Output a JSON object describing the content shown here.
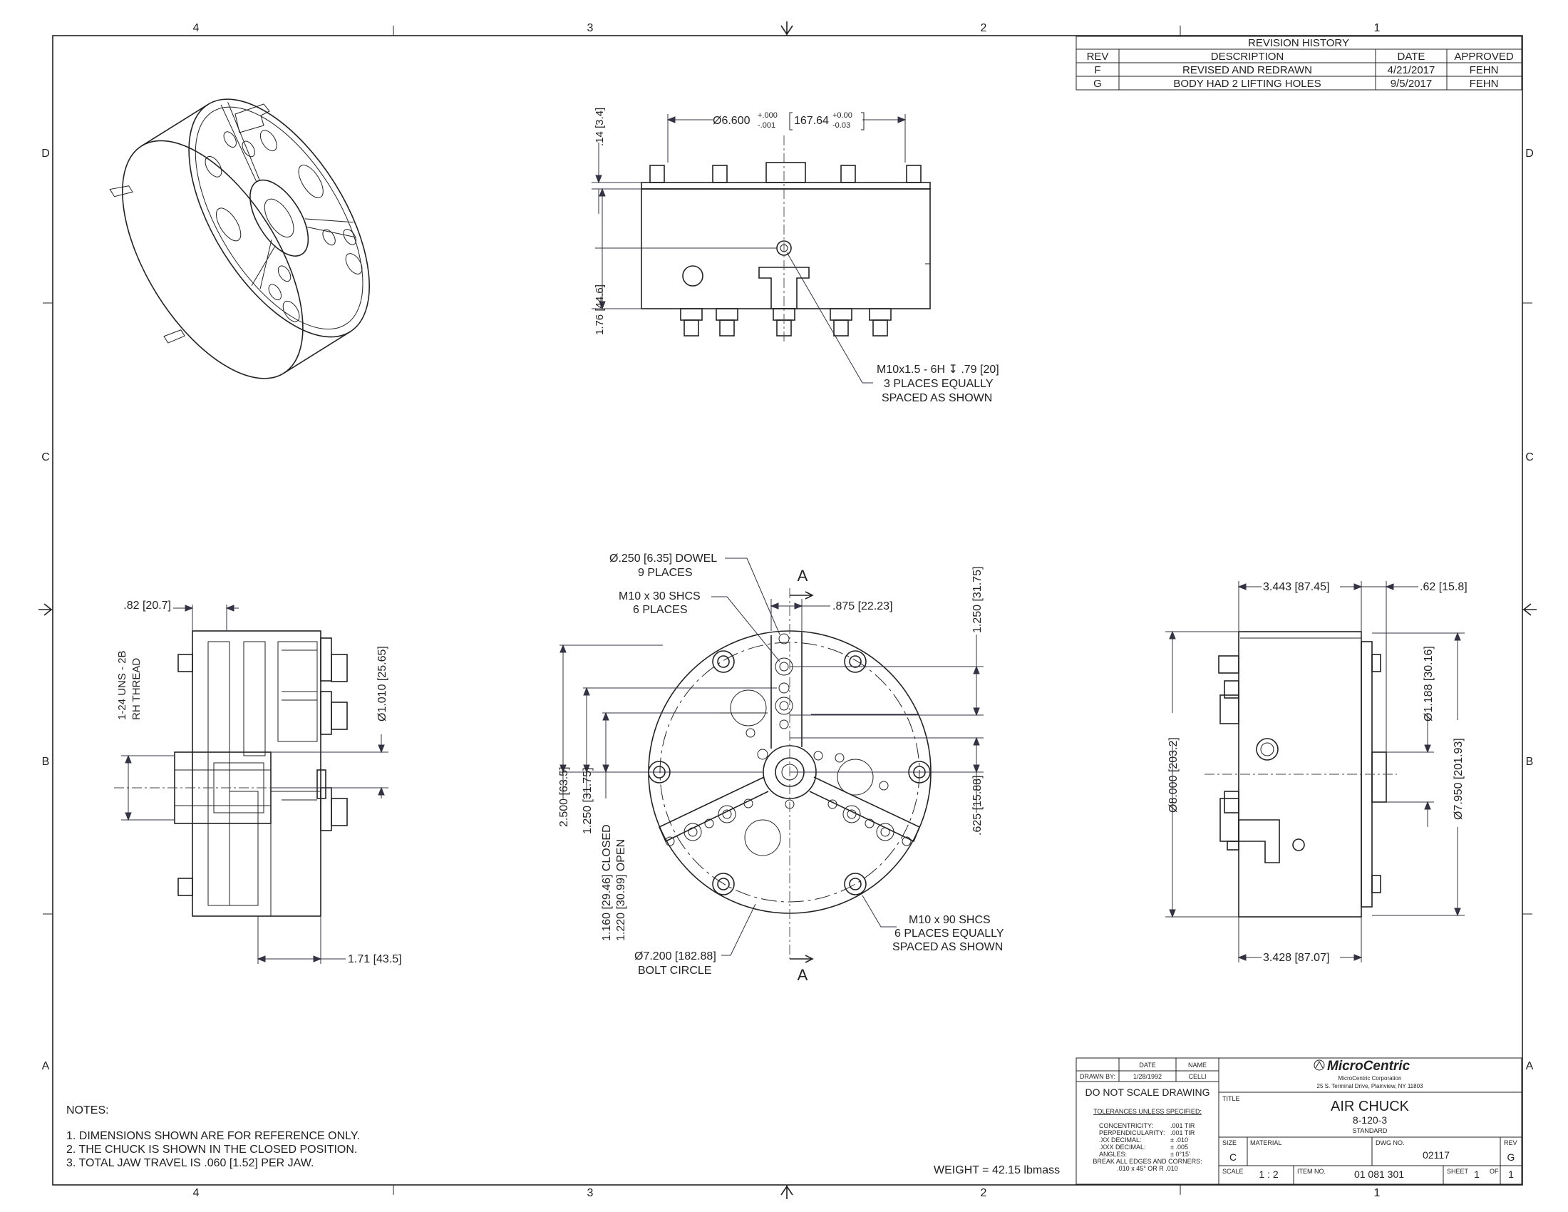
{
  "zones": {
    "top": [
      "4",
      "3",
      "2",
      "1"
    ],
    "bottom": [
      "4",
      "3",
      "2",
      "1"
    ],
    "left": [
      "D",
      "C",
      "B",
      "A"
    ],
    "right": [
      "D",
      "C",
      "B",
      "A"
    ]
  },
  "revision": {
    "title": "REVISION HISTORY",
    "headers": [
      "REV",
      "DESCRIPTION",
      "DATE",
      "APPROVED"
    ],
    "rows": [
      [
        "F",
        "REVISED AND REDRAWN",
        "4/21/2017",
        "FEHN"
      ],
      [
        "G",
        "BODY HAD 2 LIFTING HOLES",
        "9/5/2017",
        "FEHN"
      ]
    ]
  },
  "top_view": {
    "dia_main": "Ø6.600",
    "tol_plus": "+.000",
    "tol_minus": "-.001",
    "metric": "167.64",
    "metric_plus": "+0.00",
    "metric_minus": "-0.03",
    "height_small": ".14 [3.4]",
    "height_total": "1.76 [44.6]",
    "thread_note": [
      "M10x1.5 - 6H ↧ .79 [20]",
      "3 PLACES EQUALLY",
      "SPACED AS SHOWN"
    ]
  },
  "section_view": {
    "offset": ".82 [20.7]",
    "thread": [
      "1-24 UNS - 2B",
      "RH THREAD"
    ],
    "bore": "Ø1.010 [25.65]",
    "depth": "1.71 [43.5]"
  },
  "front_view": {
    "dowel": [
      "Ø.250 [6.35] DOWEL",
      "9 PLACES"
    ],
    "shcs30": [
      "M10 x 30 SHCS",
      "6 PLACES"
    ],
    "section_mark": "A",
    "jaw_width": ".875 [22.23]",
    "d1250": "1.250 [31.75]",
    "d625": ".625 [15.88]",
    "d2500": "2.500 [63.5]",
    "d1250b": "1.250 [31.75]",
    "closed": "1.160 [29.46] CLOSED",
    "open": "1.220 [30.99] OPEN",
    "bolt_circle": [
      "Ø7.200 [182.88]",
      "BOLT CIRCLE"
    ],
    "shcs90": [
      "M10 x 90 SHCS",
      "6 PLACES EQUALLY",
      "SPACED AS SHOWN"
    ]
  },
  "side_view": {
    "d3443": "3.443 [87.45]",
    "d62": ".62 [15.8]",
    "d8000": "Ø8.000 [203.2]",
    "d1188": "Ø1.188 [30.16]",
    "d7950": "Ø7.950 [201.93]",
    "d3428": "3.428 [87.07]"
  },
  "notes": {
    "title": "NOTES:",
    "items": [
      "1.  DIMENSIONS SHOWN ARE FOR REFERENCE ONLY.",
      "2.  THE CHUCK IS SHOWN IN THE CLOSED POSITION.",
      "3.  TOTAL JAW TRAVEL IS .060 [1.52] PER JAW."
    ]
  },
  "weight": "WEIGHT = 42.15 lbmass",
  "title_block": {
    "date_hdr": "DATE",
    "name_hdr": "NAME",
    "drawn_by": "DRAWN BY:",
    "drawn_date": "1/28/1992",
    "drawn_name": "CELLI",
    "do_not_scale": "DO NOT SCALE DRAWING",
    "tol_title": "TOLERANCES UNLESS SPECIFIED:",
    "tol_rows": [
      [
        "CONCENTRICITY:",
        ".001 TIR"
      ],
      [
        "PERPENDICULARITY:",
        ".001 TIR"
      ],
      [
        ".XX  DECIMAL:",
        "± .010"
      ],
      [
        ".XXX DECIMAL:",
        "± .005"
      ],
      [
        "ANGLES:",
        "± 0°15'"
      ]
    ],
    "break_edges": "BREAK ALL EDGES AND CORNERS:",
    "break_val": ".010 x 45° OR R .010",
    "company": "MicroCentric",
    "corp": "MicroCentric Corporation",
    "address": "25 S. Terminal Drive, Plainview, NY 11803",
    "title_lbl": "TITLE",
    "title": "AIR CHUCK",
    "subtitle": "8-120-3",
    "standard": "STANDARD",
    "size_lbl": "SIZE",
    "size": "C",
    "material_lbl": "MATERIAL",
    "dwg_lbl": "DWG NO.",
    "dwg_no": "02117",
    "rev_lbl": "REV",
    "rev": "G",
    "scale_lbl": "SCALE",
    "scale": "1 : 2",
    "item_lbl": "ITEM NO.",
    "item_no": "01 081 301",
    "sheet_lbl": "SHEET",
    "sheet": "1",
    "of_lbl": "OF",
    "sheets": "1"
  }
}
